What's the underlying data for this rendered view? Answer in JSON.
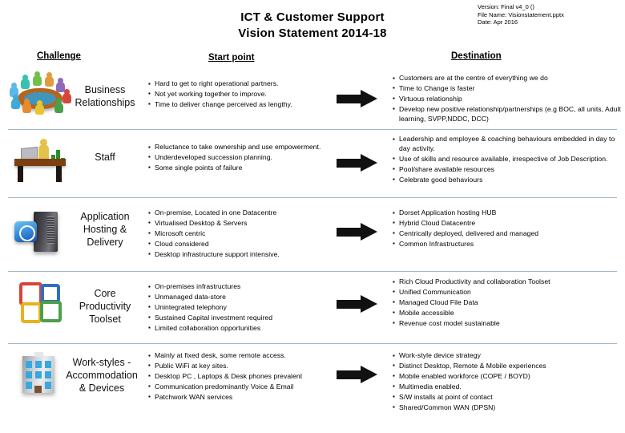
{
  "meta": {
    "version": "Version: Final v4_0 ()",
    "file_name": "File Name: Visionstatement.pptx",
    "date": "Date: Apr 2016"
  },
  "title": {
    "line1": "ICT & Customer Support",
    "line2": "Vision Statement  2014-18"
  },
  "headers": {
    "challenge": "Challenge",
    "start_point": "Start point",
    "destination": "Destination"
  },
  "colors": {
    "rule": "#9fb8c8",
    "arrow": "#111111",
    "office_red": "#d6453c",
    "office_blue": "#2f6fc4",
    "office_yellow": "#e8b11e",
    "office_green": "#4aa04a"
  },
  "rows": [
    {
      "icon": "meeting-roundtable-image",
      "label": "Business\nRelationships",
      "label_lines": [
        "Business",
        "Relationships"
      ],
      "start_point": [
        "Hard to get to right operational partners.",
        "Not yet working together to improve.",
        "Time to deliver change perceived as lengthy."
      ],
      "destination": [
        "Customers are at the centre of everything we do",
        "Time to Change is faster",
        "Virtuous relationship",
        "Develop new positive relationship/partnerships (e.g BOC, all units, Adult learning, SVPP,NDDC, DCC)"
      ]
    },
    {
      "icon": "desk-worker-image",
      "label": "Staff",
      "label_lines": [
        "Staff"
      ],
      "start_point": [
        "Reluctance to take ownership and use empowerment.",
        "Underdeveloped succession planning.",
        "Some single points of failure"
      ],
      "destination": [
        "Leadership and employee & coaching behaviours embedded in day to day activity.",
        "Use of skills and resource available, irrespective of Job Description.",
        "Pool/share available resources",
        "Celebrate good behaviours"
      ]
    },
    {
      "icon": "server-application-image",
      "label": "Application Hosting & Delivery",
      "label_lines": [
        "Application",
        "Hosting &",
        "Delivery"
      ],
      "start_point": [
        "On-premise, Located in one Datacentre",
        "Virtualised Desktop & Servers",
        "Microsoft centric",
        "Cloud considered",
        "Desktop infrastructure support intensive."
      ],
      "destination": [
        "Dorset Application hosting HUB",
        "Hybrid Cloud Datacentre",
        "Centrically deployed, delivered and managed",
        "Common Infrastructures"
      ]
    },
    {
      "icon": "office-suite-logo-image",
      "label": "Core Productivity Toolset",
      "label_lines": [
        "Core",
        "Productivity",
        "Toolset"
      ],
      "start_point": [
        "On-premises infrastructures",
        "Unmanaged data-store",
        "Unintegrated telephony",
        "Sustained Capital investment required",
        "Limited collaboration opportunities"
      ],
      "destination": [
        "Rich Cloud Productivity and collaboration Toolset",
        "Unified Communication",
        "Managed Cloud File Data",
        "Mobile accessible",
        "Revenue cost model sustainable"
      ]
    },
    {
      "icon": "office-building-image",
      "label": "Work-styles - Accommodation & Devices",
      "label_lines": [
        "Work-styles -",
        "Accommodation",
        "& Devices"
      ],
      "start_point": [
        "Mainly at fixed desk, some remote access.",
        "Public WiFi at key sites.",
        "Desktop PC , Laptops & Desk phones prevalent",
        "Communication predominantly Voice & Email",
        "Patchwork WAN services"
      ],
      "destination": [
        "Work-style device strategy",
        "Distinct Desktop, Remote & Mobile experiences",
        "Mobile enabled workforce (COPE / BOYD)",
        "Multimedia enabled.",
        "S/W installs at point of contact",
        "Shared/Common WAN (DPSN)"
      ]
    }
  ]
}
